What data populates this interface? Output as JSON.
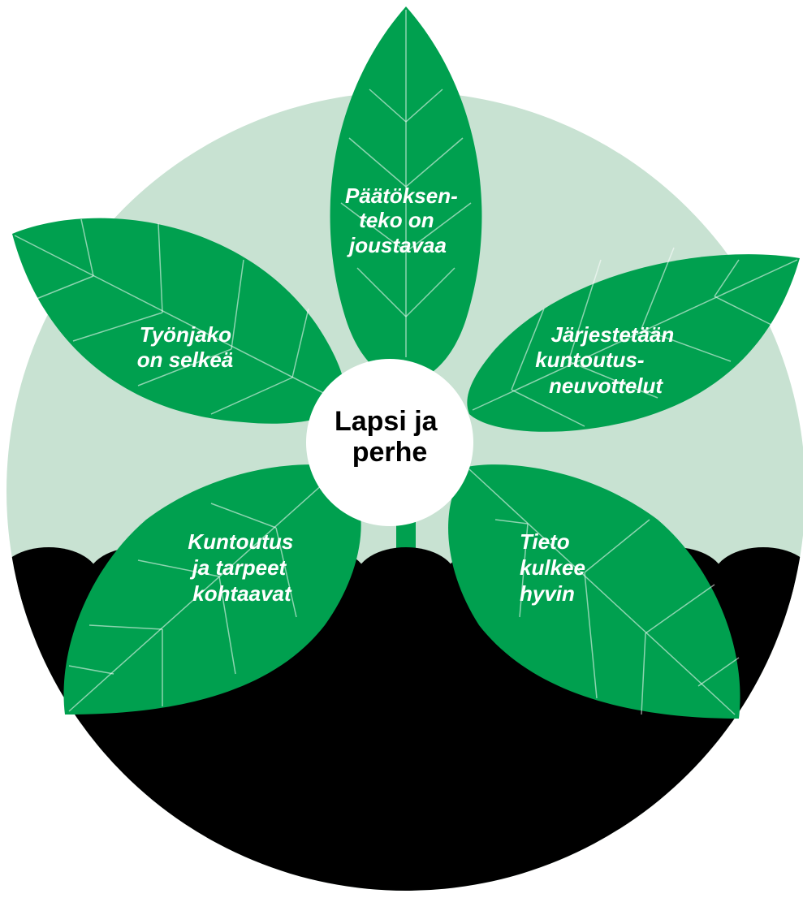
{
  "center": {
    "lines": [
      "Lapsi ja",
      "perhe"
    ]
  },
  "leaves": [
    {
      "id": "top",
      "lines": [
        "Päätöksen-",
        "teko on",
        "joustavaa"
      ]
    },
    {
      "id": "upper-left",
      "lines": [
        "Työnjako",
        "on selkeä"
      ]
    },
    {
      "id": "upper-right",
      "lines": [
        "Järjestetään",
        "kuntoutus-",
        "neuvottelut"
      ]
    },
    {
      "id": "lower-left",
      "lines": [
        "Kuntoutus",
        "ja tarpeet",
        "kohtaavat"
      ]
    },
    {
      "id": "lower-right",
      "lines": [
        "Tieto",
        "kulkee",
        "hyvin"
      ]
    }
  ],
  "colors": {
    "background_circle": "#c8e2d2",
    "leaf": "#00a04f",
    "stem": "#00a04f",
    "soil": "#000000",
    "center_circle": "#ffffff"
  }
}
